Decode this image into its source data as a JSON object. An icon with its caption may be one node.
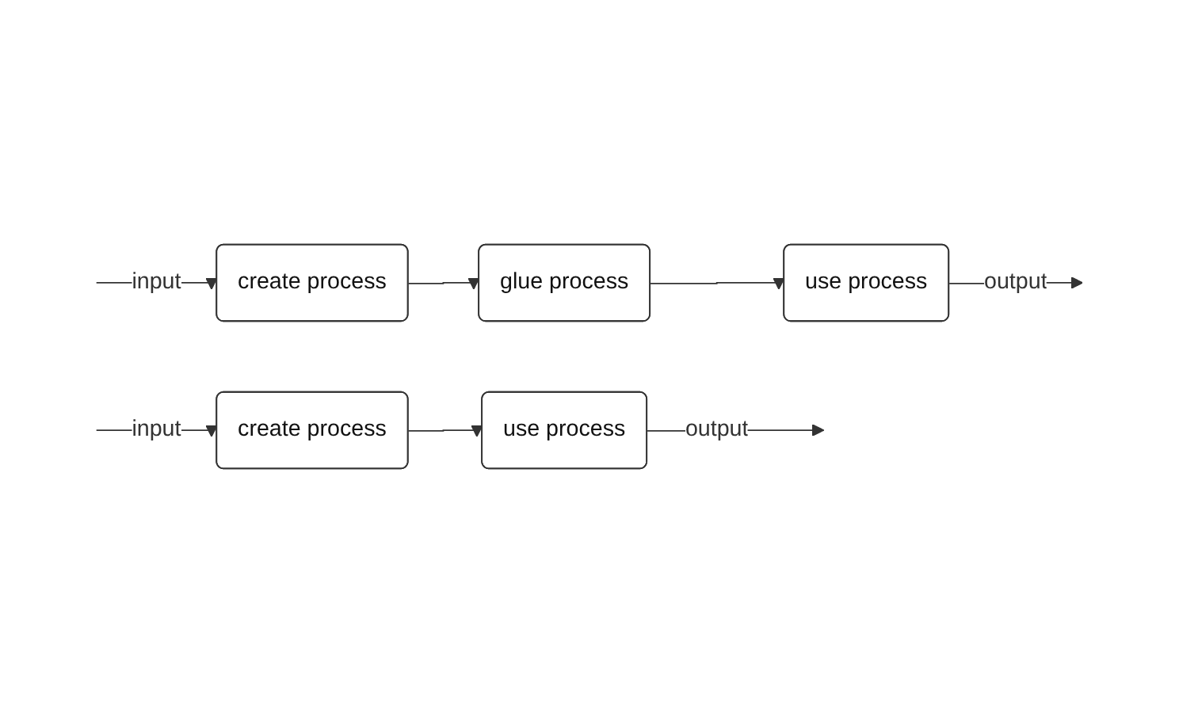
{
  "diagram": {
    "nodes": [
      {
        "text": [
          "create process"
        ]
      },
      {
        "text": [
          "use process"
        ]
      },
      {
        "text": [
          "create process"
        ]
      },
      {
        "text": [
          "glue process"
        ]
      },
      {
        "text": [
          "use process"
        ]
      }
    ],
    "edges": [
      {
        "from": null,
        "to": 0,
        "arrow": "to",
        "label": "input"
      },
      {
        "from": 0,
        "to": 1,
        "arrow": "to"
      },
      {
        "from": 1,
        "to": null,
        "arrow": "to",
        "label": "output"
      },
      {
        "from": null,
        "to": 2,
        "arrow": "to",
        "label": "input"
      },
      {
        "from": 2,
        "to": 3,
        "arrow": "to"
      },
      {
        "from": 3,
        "to": 4,
        "arrow": "to"
      },
      {
        "from": 4,
        "to": null,
        "arrow": "to",
        "label": "output"
      }
    ]
  }
}
